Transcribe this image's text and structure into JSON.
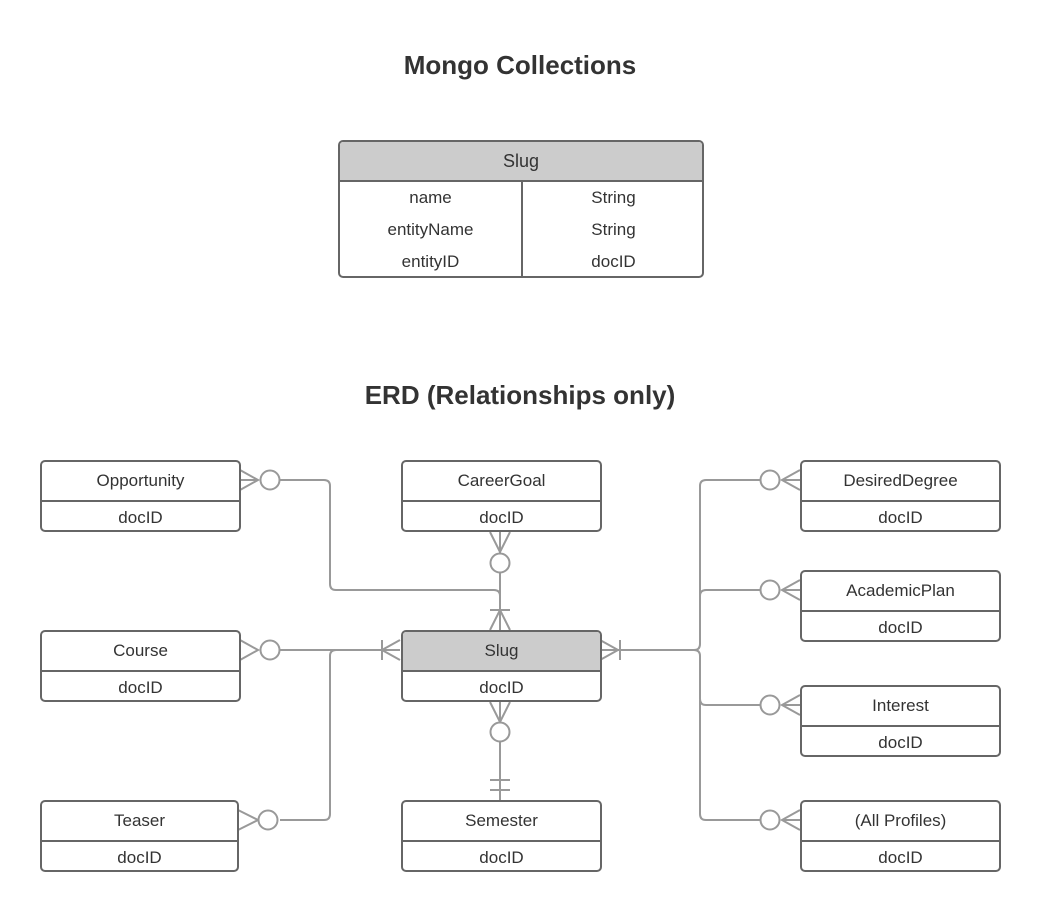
{
  "titles": {
    "collections": "Mongo Collections",
    "erd": "ERD (Relationships only)"
  },
  "collection": {
    "name": "Slug",
    "fields": [
      {
        "field": "name",
        "type": "String"
      },
      {
        "field": "entityName",
        "type": "String"
      },
      {
        "field": "entityID",
        "type": "docID"
      }
    ]
  },
  "entities": {
    "opportunity": {
      "name": "Opportunity",
      "field": "docID"
    },
    "careerGoal": {
      "name": "CareerGoal",
      "field": "docID"
    },
    "desiredDegree": {
      "name": "DesiredDegree",
      "field": "docID"
    },
    "academicPlan": {
      "name": "AcademicPlan",
      "field": "docID"
    },
    "course": {
      "name": "Course",
      "field": "docID"
    },
    "slug": {
      "name": "Slug",
      "field": "docID"
    },
    "interest": {
      "name": "Interest",
      "field": "docID"
    },
    "teaser": {
      "name": "Teaser",
      "field": "docID"
    },
    "semester": {
      "name": "Semester",
      "field": "docID"
    },
    "allProfiles": {
      "name": "(All Profiles)",
      "field": "docID"
    }
  },
  "colors": {
    "line": "#999999",
    "border": "#666666",
    "header_fill": "#cccccc"
  }
}
